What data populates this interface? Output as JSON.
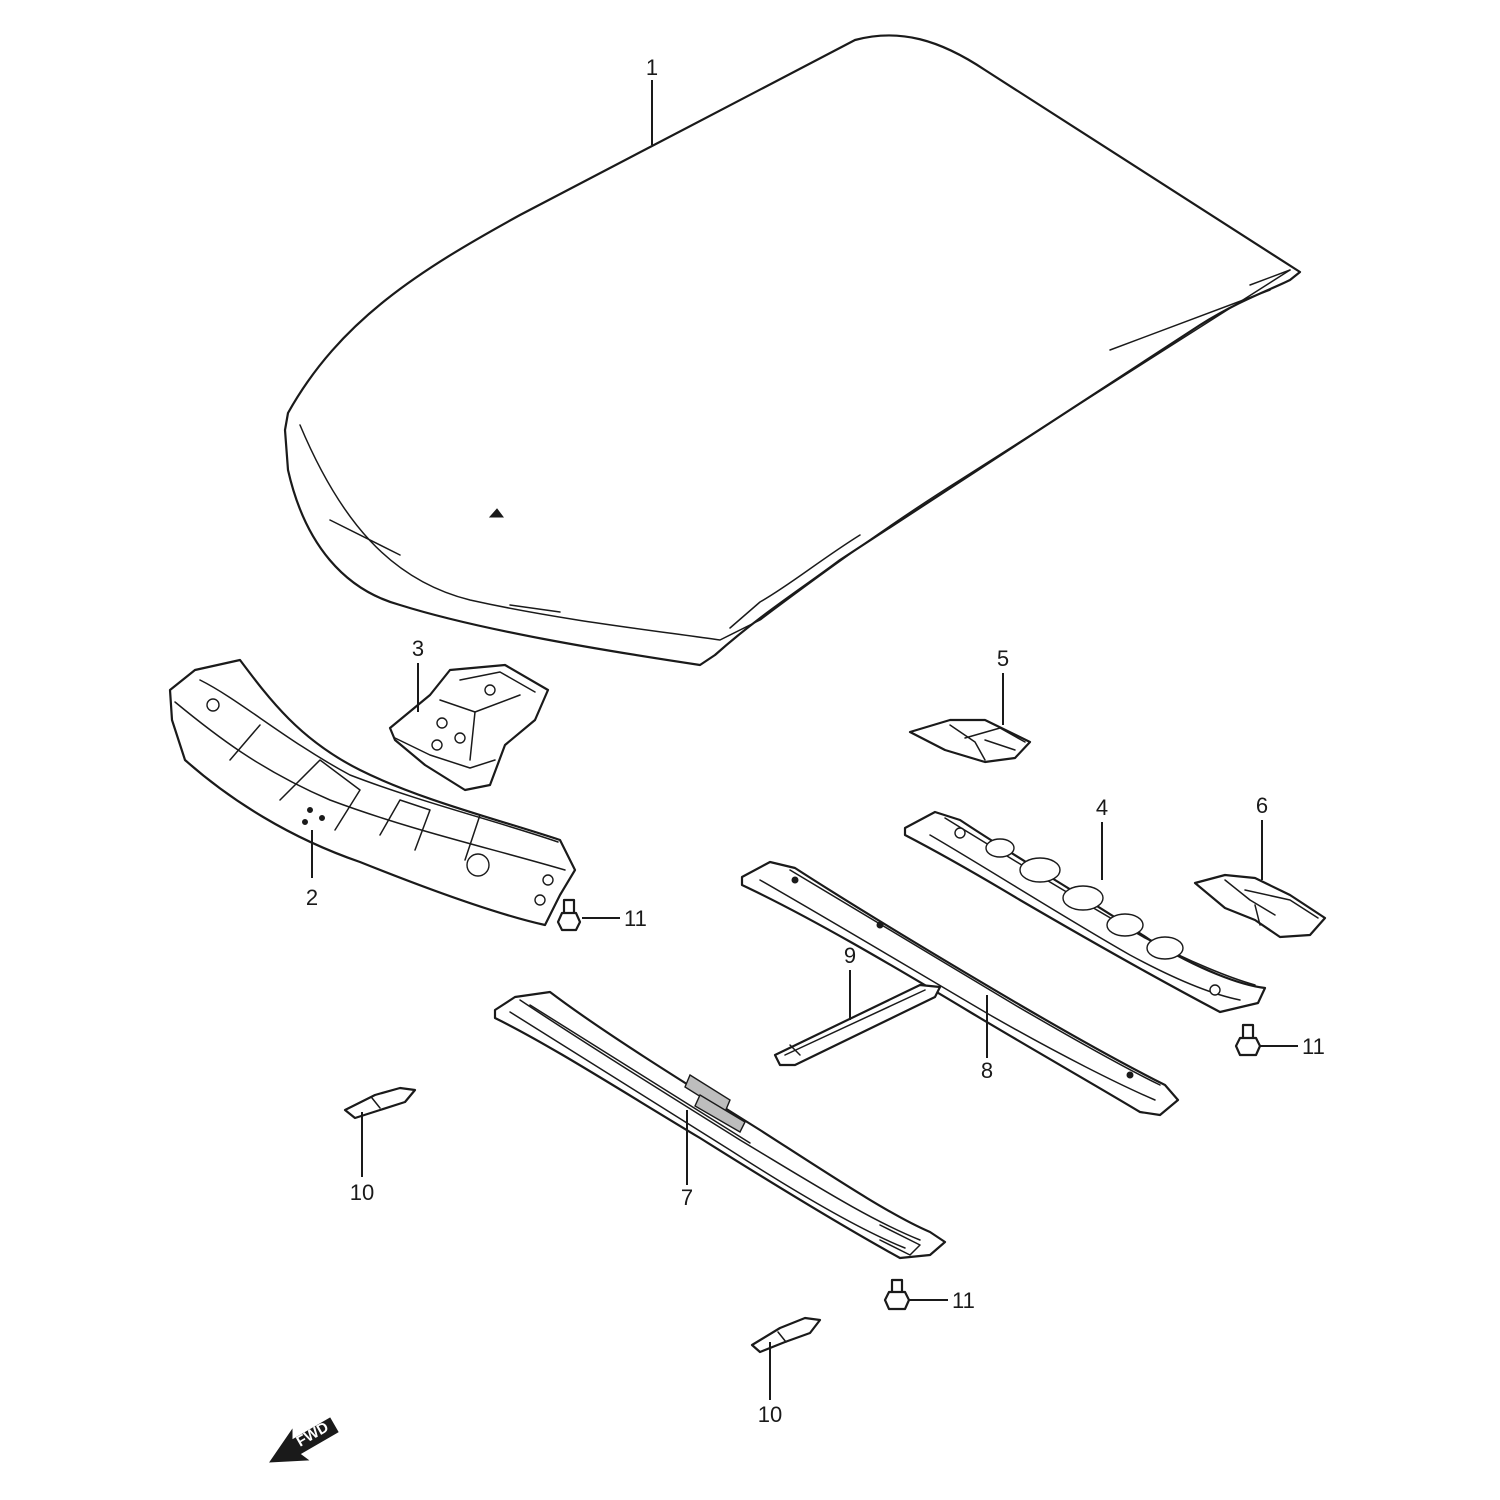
{
  "callouts": {
    "c1": "1",
    "c2": "2",
    "c3": "3",
    "c4": "4",
    "c5": "5",
    "c6": "6",
    "c7": "7",
    "c8": "8",
    "c9": "9",
    "c10a": "10",
    "c10b": "10",
    "c11a": "11",
    "c11b": "11",
    "c11c": "11"
  },
  "direction_arrow": {
    "label": "FWD",
    "icon": "fwd-arrow-icon"
  },
  "colors": {
    "line": "#1a1a1a",
    "background": "#ffffff"
  }
}
